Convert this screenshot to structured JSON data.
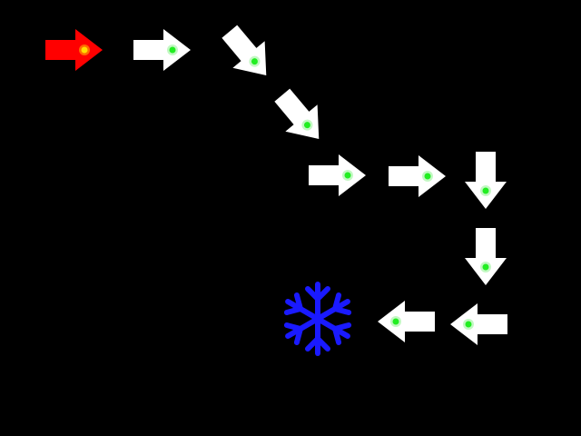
{
  "colors": {
    "background": "#000000",
    "arrow_active": "#ff0000",
    "arrow_default": "#ffffff",
    "dot_default": "#22ee22",
    "dot_active": "#ffdd00",
    "goal": "#1a1aff"
  },
  "arrows": [
    {
      "icon": "arrow-right-icon",
      "direction": "right",
      "active": true
    },
    {
      "icon": "arrow-right-icon",
      "direction": "right",
      "active": false
    },
    {
      "icon": "arrow-down-right-icon",
      "direction": "down-right",
      "active": false
    },
    {
      "icon": "arrow-down-right-icon",
      "direction": "down-right",
      "active": false
    },
    {
      "icon": "arrow-right-icon",
      "direction": "right",
      "active": false
    },
    {
      "icon": "arrow-right-icon",
      "direction": "right",
      "active": false
    },
    {
      "icon": "arrow-down-icon",
      "direction": "down",
      "active": false
    },
    {
      "icon": "arrow-down-icon",
      "direction": "down",
      "active": false
    },
    {
      "icon": "arrow-left-icon",
      "direction": "left",
      "active": false
    },
    {
      "icon": "arrow-left-icon",
      "direction": "left",
      "active": false
    }
  ],
  "goal": {
    "icon": "snowflake-icon"
  }
}
